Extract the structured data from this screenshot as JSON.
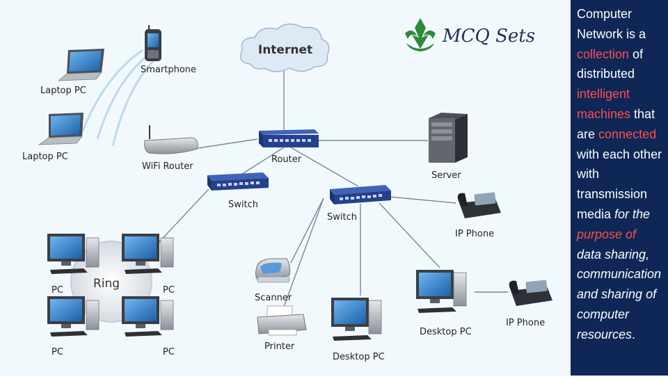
{
  "logo": {
    "text": "MCQ Sets"
  },
  "diagram": {
    "labels": {
      "internet": "Internet",
      "smartphone": "Smartphone",
      "laptop1": "Laptop PC",
      "laptop2": "Laptop PC",
      "wifi_router": "WiFi Router",
      "router": "Router",
      "server": "Server",
      "switch1": "Switch",
      "switch2": "Switch",
      "ip_phone1": "IP Phone",
      "ip_phone2": "IP Phone",
      "ring": "Ring",
      "pc1": "PC",
      "pc2": "PC",
      "pc3": "PC",
      "pc4": "PC",
      "scanner": "Scanner",
      "printer": "Printer",
      "desktop1": "Desktop PC",
      "desktop2": "Desktop PC"
    }
  },
  "sidebar": {
    "p1": "Computer Network is a ",
    "p2": "collection",
    "p3": " of distributed ",
    "p4": "intelligent machines",
    "p5": " that are ",
    "p6": "connected",
    "p7": " with each other with transmission media ",
    "p8": "for the ",
    "p9": "purpose of",
    "p10": " data sharing, communication and sharing of computer resources",
    "p11": "."
  },
  "colors": {
    "panel_bg": "#0e2756",
    "highlight": "#ff4d4d",
    "switch_blue": "#24418c",
    "logo_green": "#2f8a3a"
  }
}
